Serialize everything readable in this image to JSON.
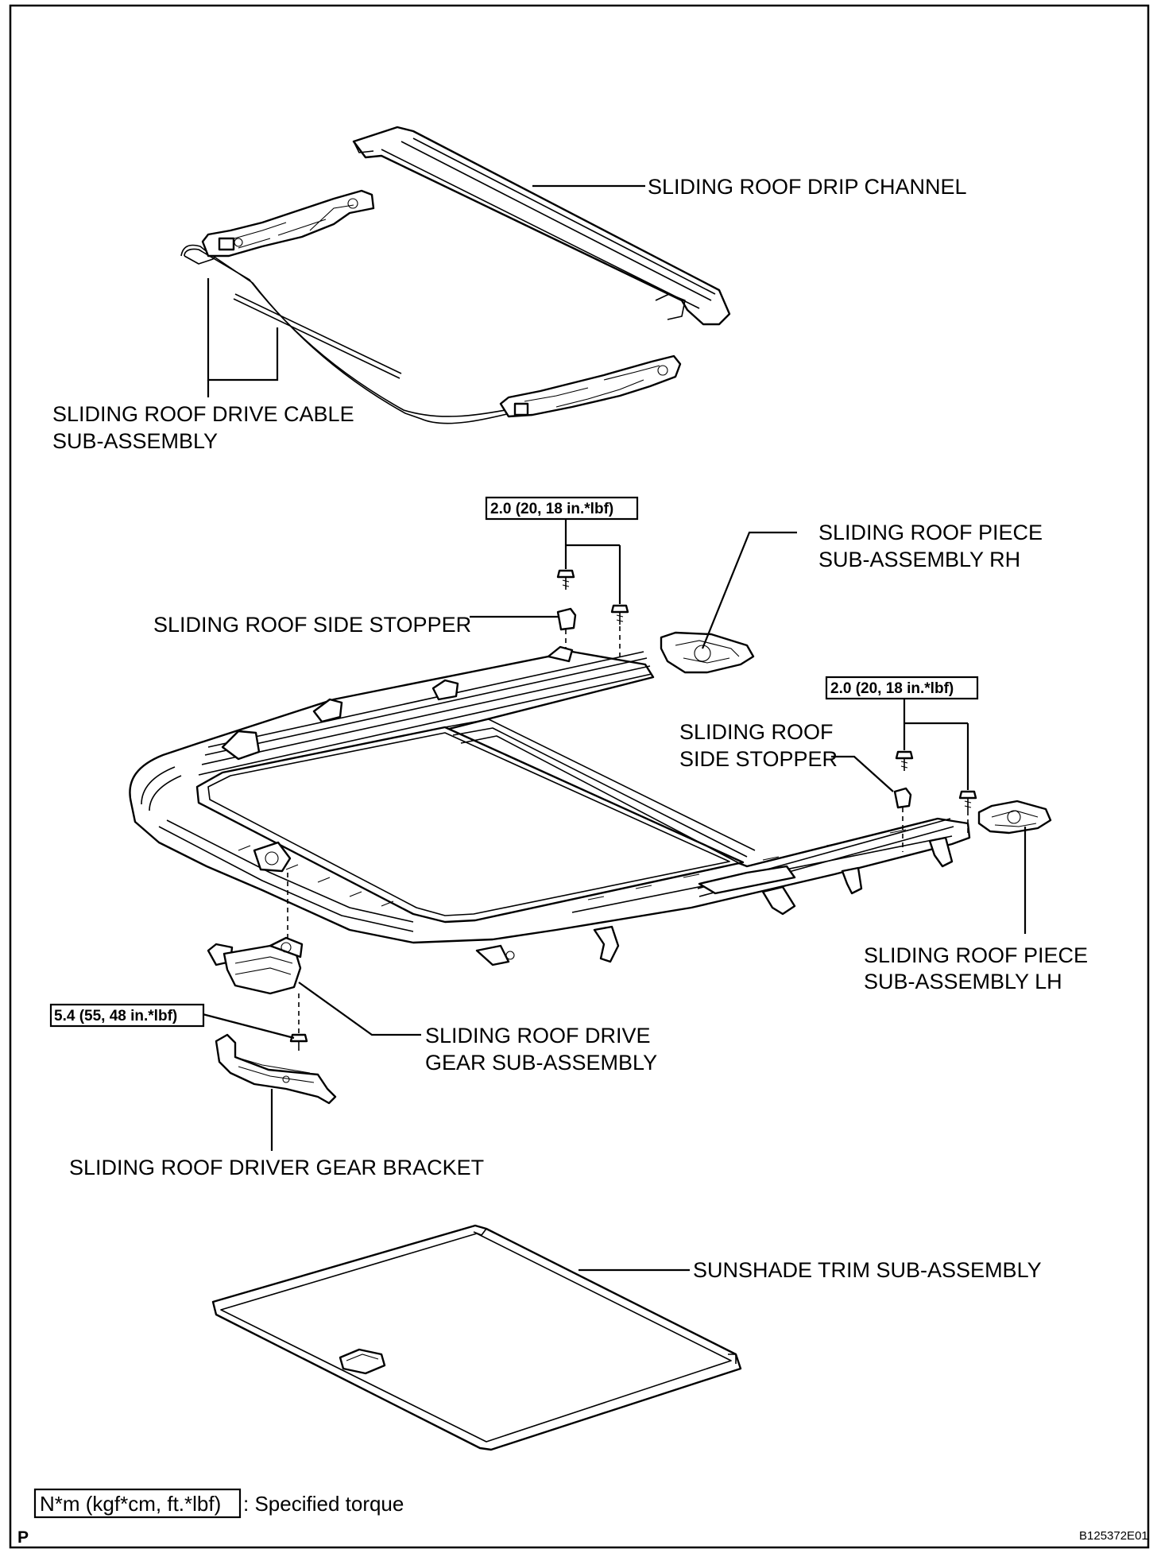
{
  "labels": {
    "drip_channel": "SLIDING ROOF DRIP CHANNEL",
    "drive_cable_1": "SLIDING ROOF DRIVE CABLE",
    "drive_cable_2": "SUB-ASSEMBLY",
    "piece_rh_1": "SLIDING ROOF PIECE",
    "piece_rh_2": "SUB-ASSEMBLY RH",
    "side_stopper_left": "SLIDING ROOF SIDE STOPPER",
    "side_stopper_right_1": "SLIDING ROOF",
    "side_stopper_right_2": "SIDE STOPPER",
    "piece_lh_1": "SLIDING ROOF PIECE",
    "piece_lh_2": "SUB-ASSEMBLY LH",
    "drive_gear_1": "SLIDING ROOF DRIVE",
    "drive_gear_2": "GEAR SUB-ASSEMBLY",
    "gear_bracket": "SLIDING ROOF DRIVER GEAR BRACKET",
    "sunshade": "SUNSHADE TRIM SUB-ASSEMBLY"
  },
  "torques": {
    "upper": "2.0 (20, 18 in.*lbf)",
    "right": "2.0 (20, 18 in.*lbf)",
    "bracket": "5.4 (55, 48 in.*lbf)"
  },
  "legend": {
    "unit": "N*m (kgf*cm, ft.*lbf)",
    "text": ": Specified torque"
  },
  "footer": {
    "left_mark": "P",
    "figure_code": "B125372E01"
  }
}
